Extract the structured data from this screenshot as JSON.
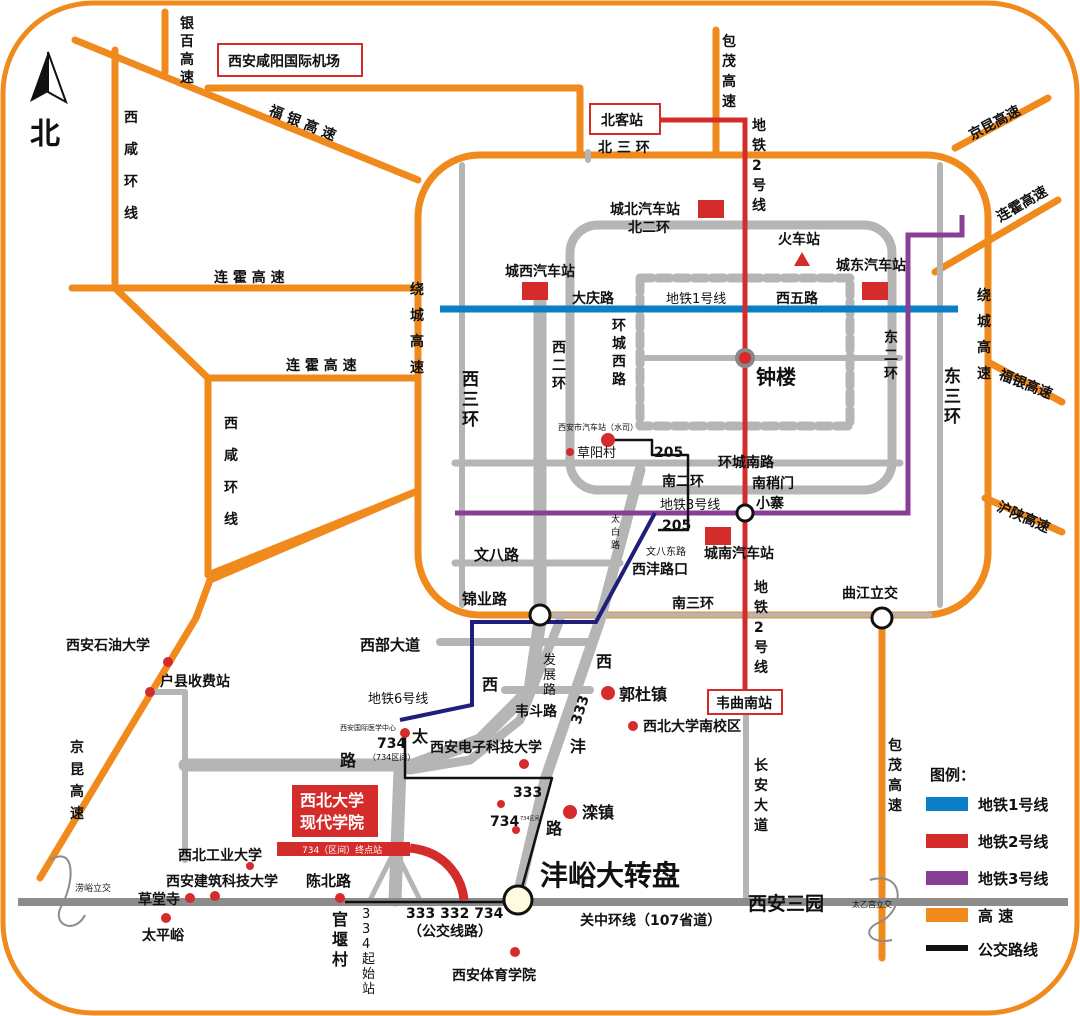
{
  "north": "北",
  "legend": {
    "title": "图例：",
    "items": [
      {
        "label": "地铁1号线",
        "color": "#0a7fc8"
      },
      {
        "label": "地铁2号线",
        "color": "#d42b2b"
      },
      {
        "label": "地铁3号线",
        "color": "#8a3f96"
      },
      {
        "label": "高 速",
        "color": "#f08a1c"
      },
      {
        "label": "公交路线",
        "color": "#111111"
      }
    ]
  },
  "colors": {
    "expressway": "#f08a1c",
    "road": "#b5b5b5",
    "metro1": "#0a7fc8",
    "metro2": "#d42b2b",
    "metro3": "#8a3f96",
    "metro6": "#1f1f7a",
    "bus": "#111111",
    "poi": "#d42b2b"
  },
  "boxed_labels": {
    "airport": "西安咸阳国际机场",
    "north_station": "北客站",
    "weiqu_south": "韦曲南站"
  },
  "school": {
    "name_line1": "西北大学",
    "name_line2": "现代学院",
    "terminus": "734（区间）终点站"
  },
  "landmarks": {
    "fengyu": "沣峪大转盘",
    "bell_tower": "钟楼",
    "xian_sanyuan": "西安三园"
  },
  "labels": {
    "yinbai": "银百高速",
    "baomao_top": "包茂高速",
    "baomao_bottom": "包茂高速",
    "fuyin_top": "福 银 高 速",
    "fuyin_right": "福银高速",
    "xixian_top": "西咸环线",
    "xixian_bottom": "西咸环线",
    "lianhuo_1": "连 霍 高 速",
    "lianhuo_2": "连 霍 高 速",
    "lianhuo_right": "连霍高速",
    "jingkun_ne": "京昆高速",
    "jingkun_sw": "京昆高速",
    "huchen": "沪陕高速",
    "raocheng_left": "绕城高速",
    "raocheng_right": "绕城高速",
    "north_third": "北 三 环",
    "north_second": "北二环",
    "west_third": "西三环",
    "west_second": "西二环",
    "east_second": "东二环",
    "east_third": "东三环",
    "south_second": "南二环",
    "south_third": "南三环",
    "daqing": "大庆路",
    "xiwu": "西五路",
    "huancheng_west": "环城西路",
    "huancheng_south": "环城南路",
    "metro1": "地铁1号线",
    "metro2_top": "地铁2号线",
    "metro2_bottom": "地铁2号线",
    "metro3": "地铁3号线",
    "metro6": "地铁6号线",
    "chengbei": "城北汽车站",
    "chengxi": "城西汽车站",
    "chengdong": "城东汽车站",
    "chengnan": "城南汽车站",
    "train": "火车站",
    "shuisi": "西安市汽车站（水司）",
    "caoyang": "草阳村",
    "nanshao": "南稍门",
    "xiaozhai": "小寨",
    "taibai": "太白路",
    "wenba": "文八路",
    "wenba_east": "文八东路",
    "xifeng_road": "西沣路口",
    "jinye": "锦业路",
    "xibu": "西部大道",
    "fazhan": "发展路",
    "weidou": "韦斗路",
    "qujiang": "曲江立交",
    "guodu": "郭杜镇",
    "nwu_south": "西北大学南校区",
    "xdu": "西安电子科技大学",
    "luanzhen": "滦镇",
    "intl_med": "西安国际医学中心",
    "r734_interval": "（734区间）",
    "r734_small": "734区间",
    "chang_an": "长安大道",
    "xi_shiyou": "西安石油大学",
    "huxian": "户县收费站",
    "nwpu": "西北工业大学",
    "xauat": "西安建筑科技大学",
    "caotang": "草堂寺",
    "taipingyu": "太平峪",
    "chenbei": "陈北路",
    "guanyan": "官堰村",
    "origin": "334起始站",
    "laoyu": "涝峪立交",
    "taiyi": "太乙宫立交",
    "guanzhong": "关中环线（107省道）",
    "bus_lines": "333 332 734",
    "bus_lines_sub": "（公交线路）",
    "xi_pe": "西安体育学院",
    "road_xitai_a": "西",
    "road_xitai_b": "太",
    "road_xitai_c": "路",
    "road_xifeng_a": "西",
    "road_xifeng_b": "沣",
    "road_xifeng_c": "路",
    "r205_a": "205",
    "r205_b": "205",
    "r333_a": "333",
    "r333_b": "333",
    "r734_a": "734",
    "r734_b": "734"
  }
}
